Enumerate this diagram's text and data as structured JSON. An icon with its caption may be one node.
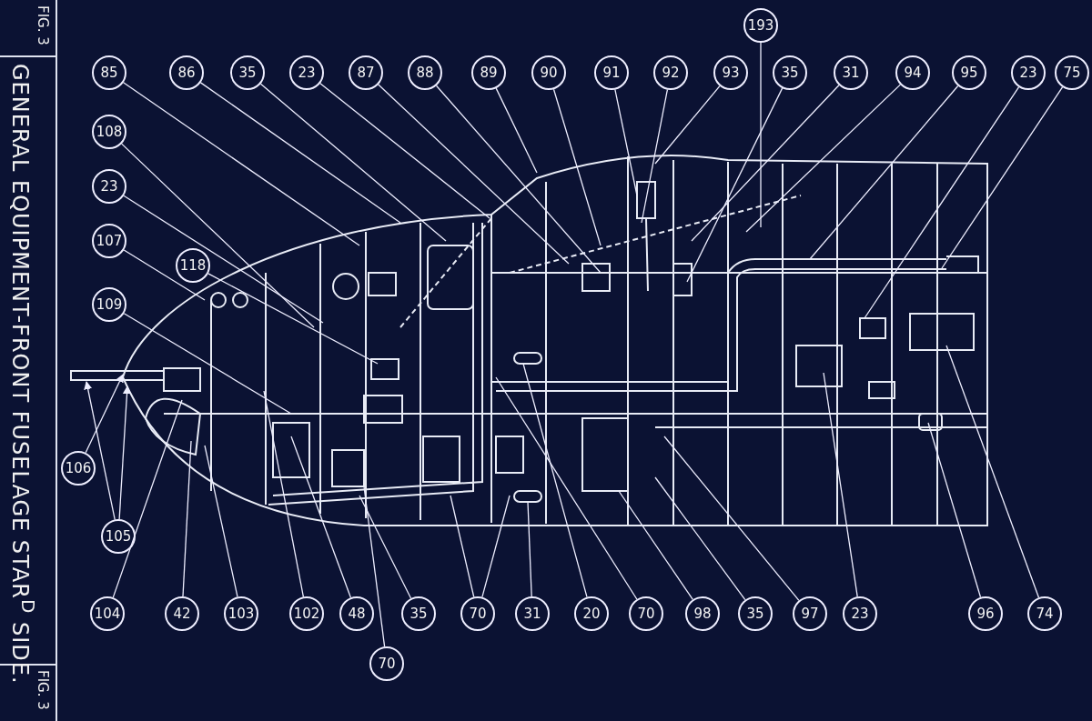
{
  "diagram": {
    "title": "GENERAL EQUIPMENT-FRONT FUSELAGE STAR$^{D}$ SIDE.",
    "nodes": [
      {
        "text": [
          "193"
        ]
      },
      {
        "text": [
          "85"
        ]
      },
      {
        "text": [
          "86"
        ]
      },
      {
        "text": [
          "35"
        ]
      },
      {
        "text": [
          "23"
        ]
      },
      {
        "text": [
          "87"
        ]
      },
      {
        "text": [
          "88"
        ]
      },
      {
        "text": [
          "89"
        ]
      },
      {
        "text": [
          "90"
        ]
      },
      {
        "text": [
          "91"
        ]
      },
      {
        "text": [
          "92"
        ]
      },
      {
        "text": [
          "93"
        ]
      },
      {
        "text": [
          "35"
        ]
      },
      {
        "text": [
          "31"
        ]
      },
      {
        "text": [
          "94"
        ]
      },
      {
        "text": [
          "95"
        ]
      },
      {
        "text": [
          "23"
        ]
      },
      {
        "text": [
          "75"
        ]
      },
      {
        "text": [
          "108"
        ]
      },
      {
        "text": [
          "23"
        ]
      },
      {
        "text": [
          "118"
        ]
      },
      {
        "text": [
          "107"
        ]
      },
      {
        "text": [
          "109"
        ]
      },
      {
        "text": [
          "106"
        ]
      },
      {
        "text": [
          "105"
        ]
      },
      {
        "text": [
          "104"
        ]
      },
      {
        "text": [
          "42"
        ]
      },
      {
        "text": [
          "103"
        ]
      },
      {
        "text": [
          "102"
        ]
      },
      {
        "text": [
          "48"
        ]
      },
      {
        "text": [
          "35"
        ]
      },
      {
        "text": [
          "70"
        ]
      },
      {
        "text": [
          "31"
        ]
      },
      {
        "text": [
          "20"
        ]
      },
      {
        "text": [
          "70"
        ]
      },
      {
        "text": [
          "98"
        ]
      },
      {
        "text": [
          "35"
        ]
      },
      {
        "text": [
          "97"
        ]
      },
      {
        "text": [
          "23"
        ]
      },
      {
        "text": [
          "96"
        ]
      },
      {
        "text": [
          "74"
        ]
      },
      {
        "text": [
          "70"
        ]
      }
    ],
    "edges": [
      {
        "from": 0,
        "to": null,
        "arrow": "none"
      },
      {
        "from": 1,
        "to": null,
        "arrow": "none"
      },
      {
        "from": 2,
        "to": null,
        "arrow": "none"
      },
      {
        "from": 3,
        "to": null,
        "arrow": "none"
      },
      {
        "from": 4,
        "to": null,
        "arrow": "none"
      },
      {
        "from": 5,
        "to": null,
        "arrow": "none"
      },
      {
        "from": 6,
        "to": null,
        "arrow": "none"
      },
      {
        "from": 7,
        "to": null,
        "arrow": "none"
      },
      {
        "from": 8,
        "to": null,
        "arrow": "none"
      },
      {
        "from": 9,
        "to": null,
        "arrow": "none"
      },
      {
        "from": 10,
        "to": null,
        "arrow": "none"
      },
      {
        "from": 11,
        "to": null,
        "arrow": "none"
      },
      {
        "from": 12,
        "to": null,
        "arrow": "none"
      },
      {
        "from": 13,
        "to": null,
        "arrow": "none"
      },
      {
        "from": 14,
        "to": null,
        "arrow": "none"
      },
      {
        "from": 15,
        "to": null,
        "arrow": "none"
      },
      {
        "from": 16,
        "to": null,
        "arrow": "none"
      },
      {
        "from": 17,
        "to": null,
        "arrow": "none"
      },
      {
        "from": 18,
        "to": null,
        "arrow": "none"
      },
      {
        "from": 19,
        "to": null,
        "arrow": "none"
      },
      {
        "from": 20,
        "to": null,
        "arrow": "none"
      },
      {
        "from": 21,
        "to": null,
        "arrow": "none"
      },
      {
        "from": 22,
        "to": null,
        "arrow": "none"
      },
      {
        "from": 23,
        "to": null,
        "arrow": "to"
      },
      {
        "from": 24,
        "to": null,
        "arrow": "to"
      },
      {
        "from": 24,
        "to": null,
        "arrow": "to"
      },
      {
        "from": 25,
        "to": null,
        "arrow": "none"
      },
      {
        "from": 26,
        "to": null,
        "arrow": "none"
      },
      {
        "from": 27,
        "to": null,
        "arrow": "none"
      },
      {
        "from": 28,
        "to": null,
        "arrow": "none"
      },
      {
        "from": 29,
        "to": null,
        "arrow": "none"
      },
      {
        "from": 30,
        "to": null,
        "arrow": "none"
      },
      {
        "from": 31,
        "to": null,
        "arrow": "none"
      },
      {
        "from": 31,
        "to": null,
        "arrow": "none"
      },
      {
        "from": 32,
        "to": null,
        "arrow": "none"
      },
      {
        "from": 33,
        "to": null,
        "arrow": "none"
      },
      {
        "from": 34,
        "to": null,
        "arrow": "none"
      },
      {
        "from": 35,
        "to": null,
        "arrow": "none"
      },
      {
        "from": 36,
        "to": null,
        "arrow": "none"
      },
      {
        "from": 37,
        "to": null,
        "arrow": "none"
      },
      {
        "from": 38,
        "to": null,
        "arrow": "none"
      },
      {
        "from": 39,
        "to": null,
        "arrow": "none"
      },
      {
        "from": 40,
        "to": null,
        "arrow": "none"
      },
      {
        "from": 41,
        "to": null,
        "arrow": "none"
      }
    ],
    "labels": [
      "FIG. 3",
      "FIG. 3"
    ]
  }
}
